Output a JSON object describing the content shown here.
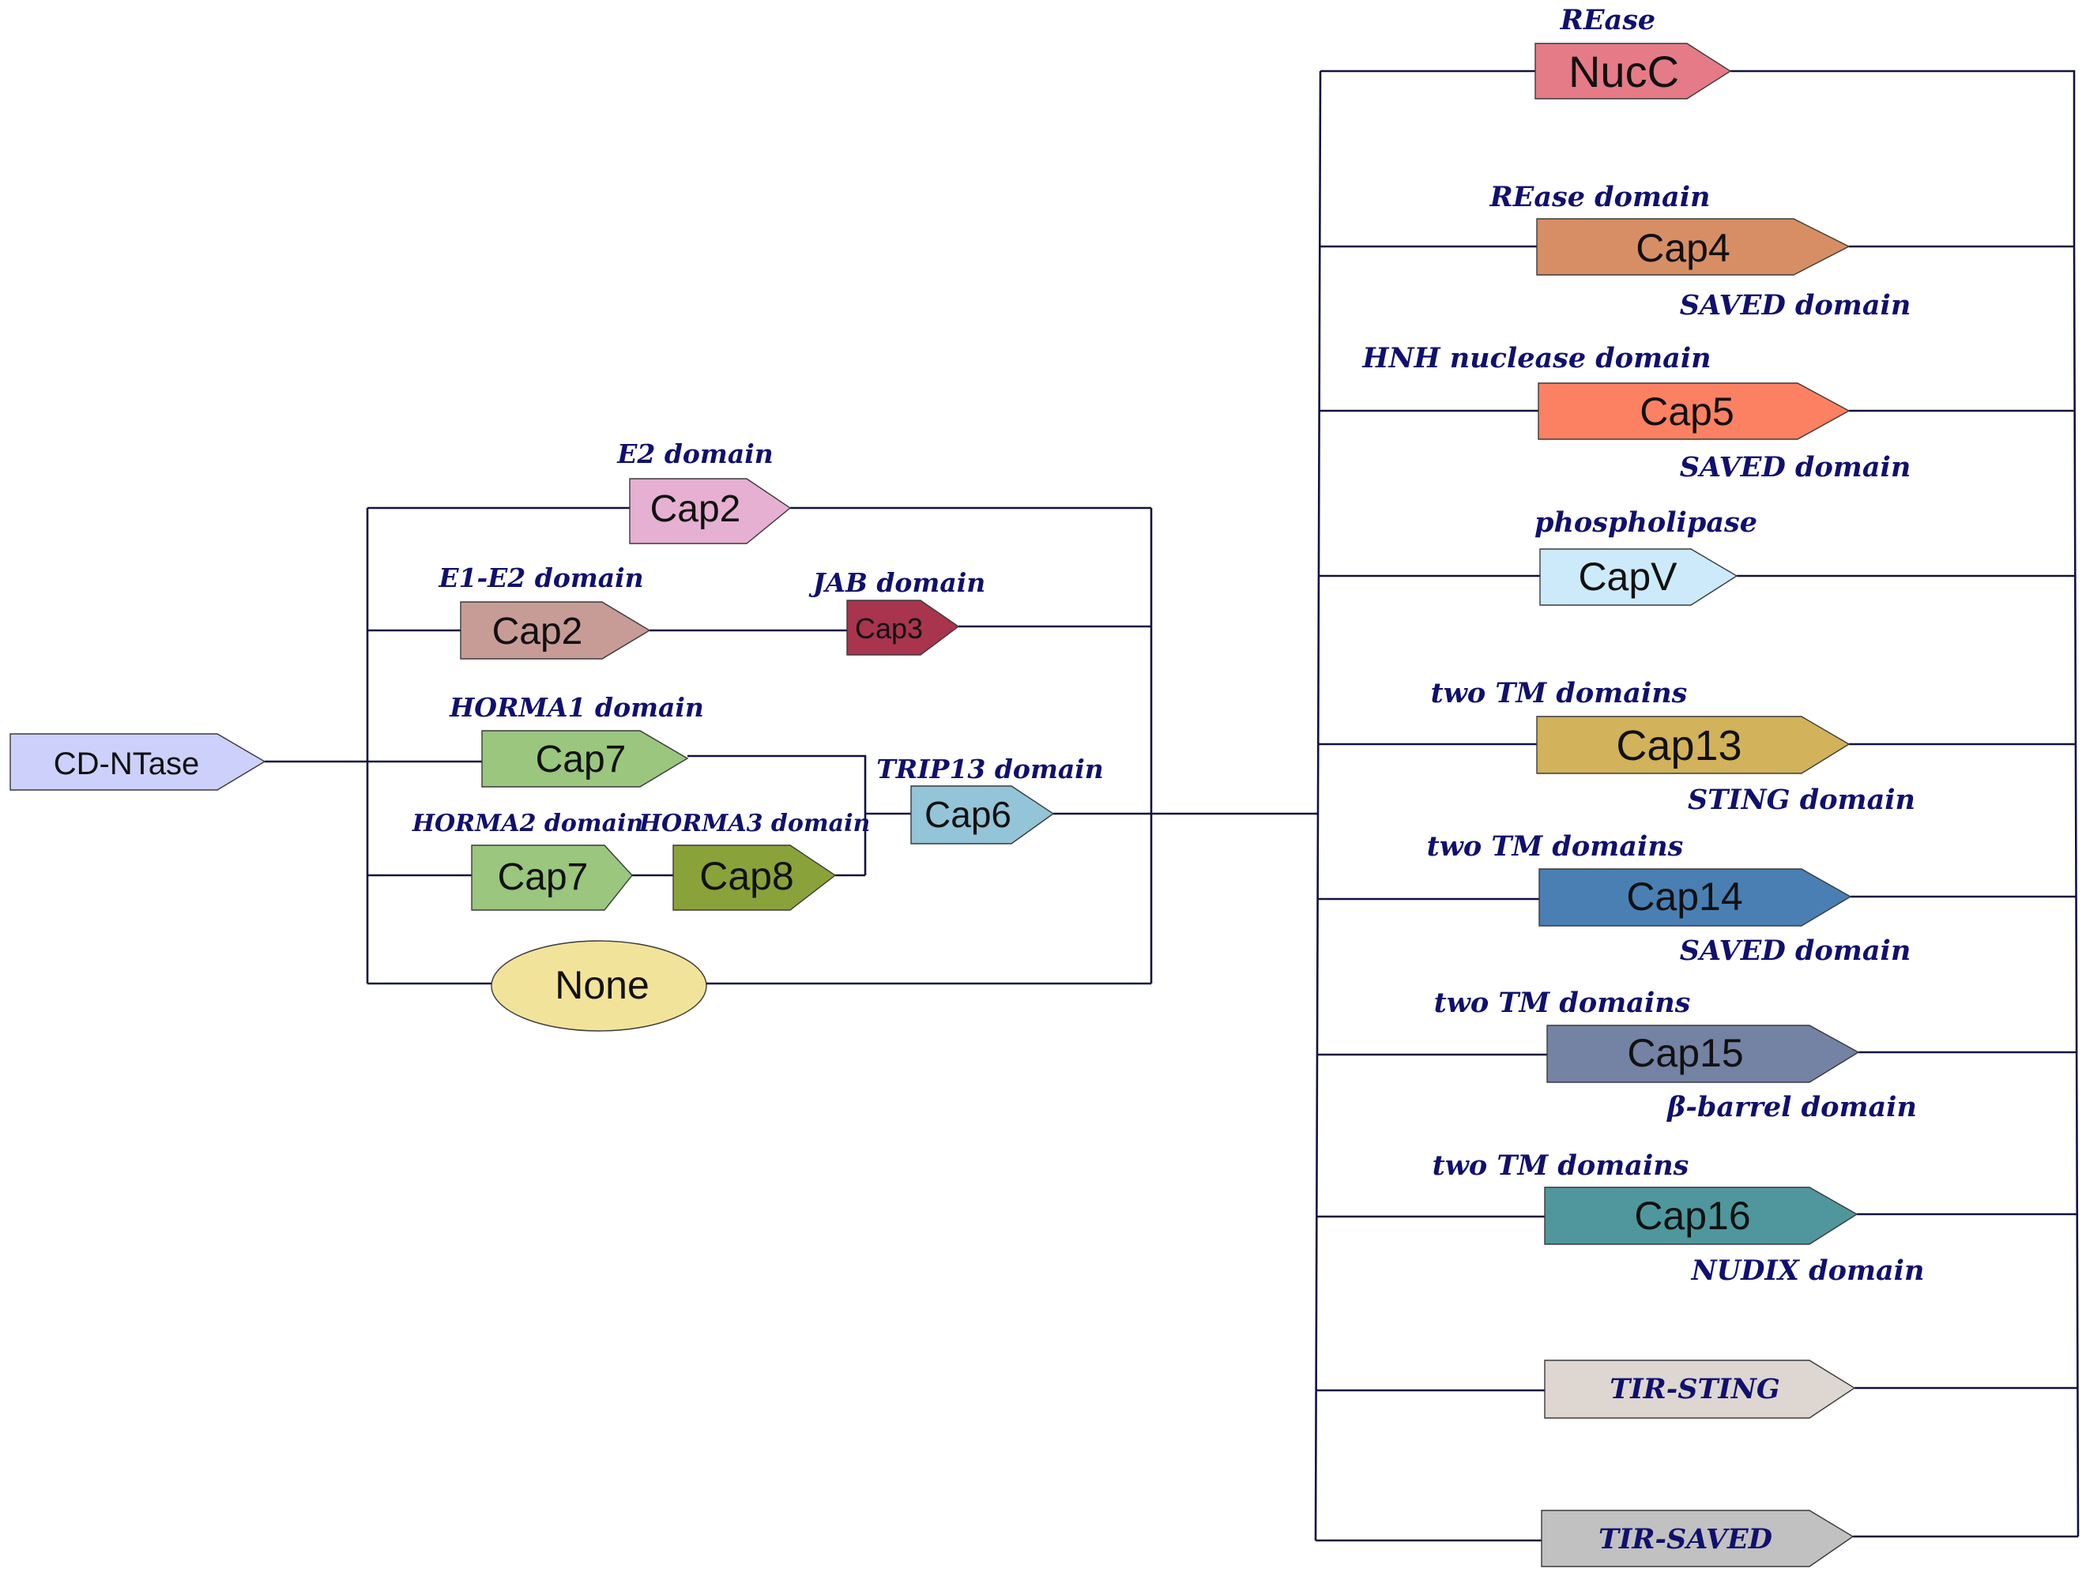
{
  "nodes": {
    "cdntase": {
      "label": "CD-NTase",
      "color": "#cdd0fb"
    },
    "cap2_e2": {
      "label": "Cap2",
      "annotation": "E2 domain",
      "color": "#e6b0d2"
    },
    "cap2_e1e2": {
      "label": "Cap2",
      "annotation": "E1-E2 domain",
      "color": "#c79c96"
    },
    "cap3": {
      "label": "Cap3",
      "annotation": "JAB domain",
      "color": "#a8344e"
    },
    "cap7_h1": {
      "label": "Cap7",
      "annotation": "HORMA1 domain",
      "color": "#9ac67e"
    },
    "cap7_h2": {
      "label": "Cap7",
      "annotation": "HORMA2 domain",
      "color": "#9ac67e"
    },
    "cap8": {
      "label": "Cap8",
      "annotation": "HORMA3 domain",
      "color": "#8aa23a"
    },
    "cap6": {
      "label": "Cap6",
      "annotation": "TRIP13 domain",
      "color": "#93c4d7"
    },
    "none": {
      "label": "None",
      "color": "#f2e39a"
    },
    "nucc": {
      "label": "NucC",
      "annotation": "REase",
      "color": "#e57b87"
    },
    "cap4": {
      "label": "Cap4",
      "annotation": "REase domain",
      "annotation_below": "SAVED domain",
      "color": "#d78e65"
    },
    "cap5": {
      "label": "Cap5",
      "annotation": "HNH nuclease domain",
      "annotation_below": "SAVED domain",
      "color": "#fc8163"
    },
    "capv": {
      "label": "CapV",
      "annotation": "phospholipase",
      "color": "#cdeafb"
    },
    "cap13": {
      "label": "Cap13",
      "annotation": "two TM domains",
      "annotation_below": "STING domain",
      "color": "#d2b25a"
    },
    "cap14": {
      "label": "Cap14",
      "annotation": "two TM domains",
      "annotation_below": "SAVED domain",
      "color": "#4a7fb3"
    },
    "cap15": {
      "label": "Cap15",
      "annotation": "two TM domains",
      "annotation_below": "β-barrel domain",
      "color": "#7482a3"
    },
    "cap16": {
      "label": "Cap16",
      "annotation": "two TM domains",
      "annotation_below": "NUDIX domain",
      "color": "#4f979d"
    },
    "tir_sting": {
      "label": "TIR-STING",
      "color": "#ddd6d1"
    },
    "tir_saved": {
      "label": "TIR-SAVED",
      "color": "#c1c1c1"
    }
  }
}
